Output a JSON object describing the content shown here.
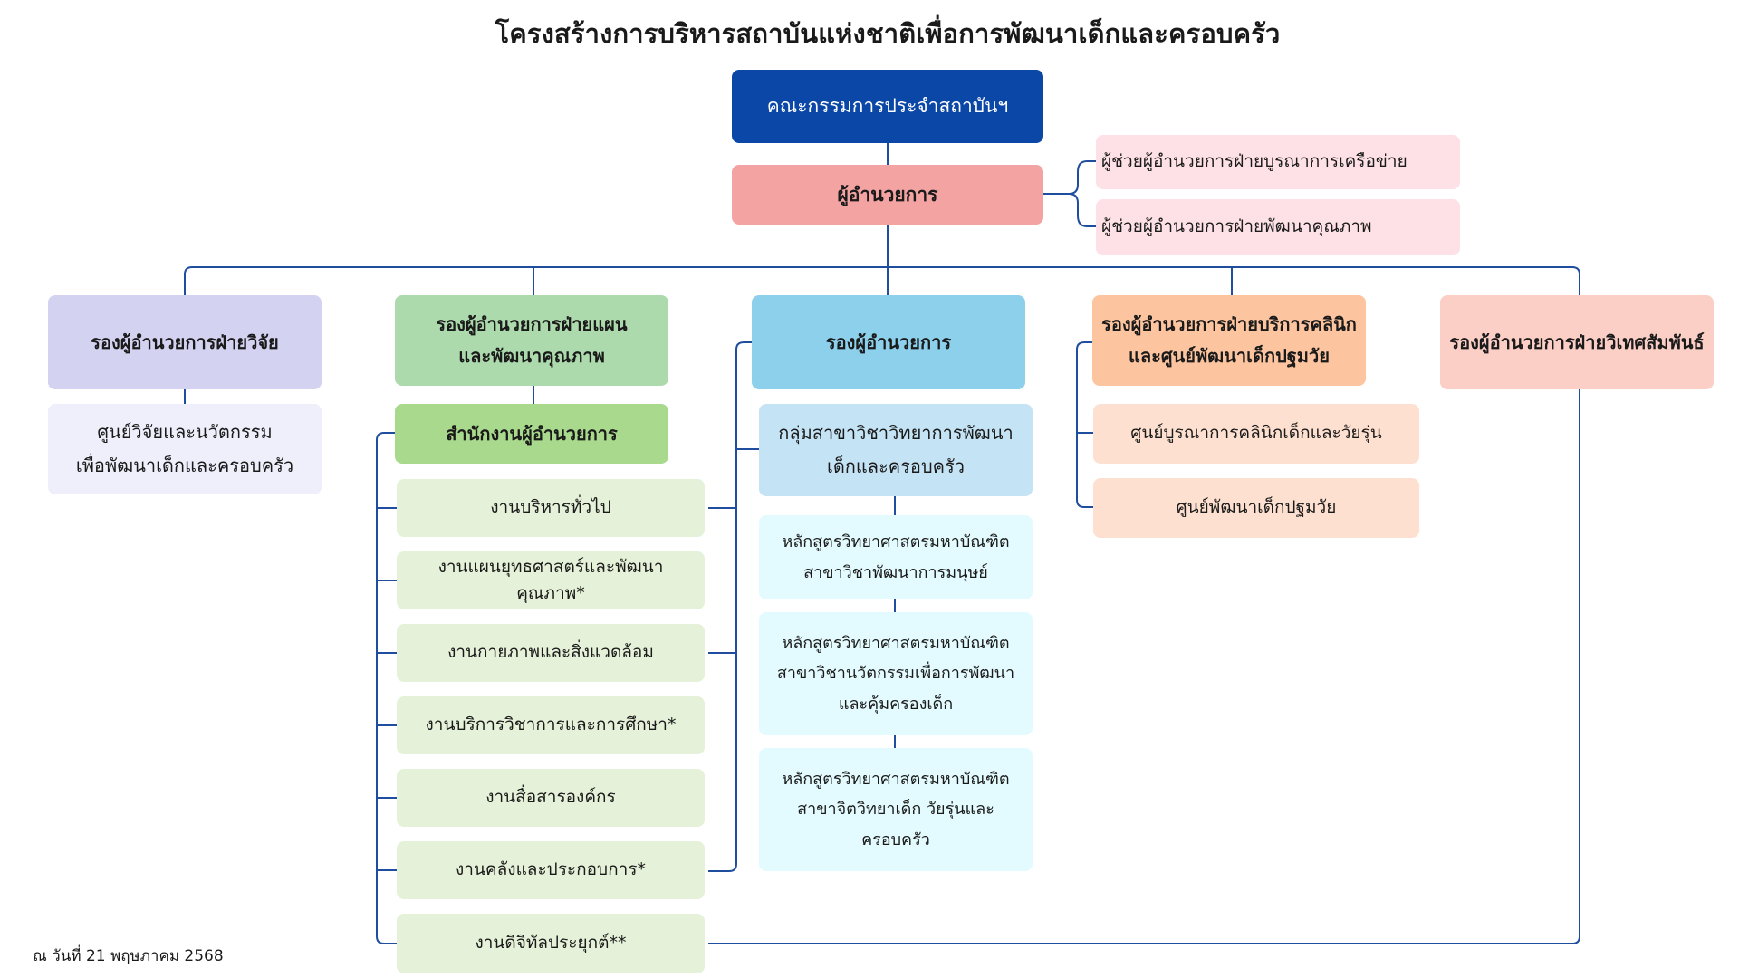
{
  "title": "โครงสร้างการบริหารสถาบันแห่งชาติเพื่อการพัฒนาเด็กและครอบครัว",
  "footer": "ณ วันที่ 21 พฤษภาคม 2568",
  "colors": {
    "connector": "#1f4e9e",
    "committee": "#0b47a6",
    "director": "#f4a3a3",
    "assistant": "#fde1e6",
    "research_head": "#d4d2f1",
    "research_unit": "#efeefb",
    "planning_head": "#acdaac",
    "planning_office": "#a8d98c",
    "planning_unit": "#e5f1d8",
    "deputy_head": "#8dd0ec",
    "deputy_group": "#c4e4f5",
    "deputy_program": "#e3fbfe",
    "clinic_head": "#fdc59f",
    "clinic_unit": "#fde0cf",
    "foreign_head": "#fbcfc6"
  },
  "committee": "คณะกรรมการประจำสถาบันฯ",
  "director": "ผู้อำนวยการ",
  "assistants": [
    "ผู้ช่วยผู้อำนวยการฝ่ายบูรณาการเครือข่าย",
    "ผู้ช่วยผู้อำนวยการฝ่ายพัฒนาคุณภาพ"
  ],
  "research": {
    "head": "รองผู้อำนวยการฝ่ายวิจัย",
    "unit": "ศูนย์วิจัยและนวัตกรรม\nเพื่อพัฒนาเด็กและครอบครัว"
  },
  "planning": {
    "head": "รองผู้อำนวยการฝ่ายแผน\nและพัฒนาคุณภาพ",
    "office": "สำนักงานผู้อำนวยการ",
    "units": [
      "งานบริหารทั่วไป",
      "งานแผนยุทธศาสตร์และพัฒนาคุณภาพ*",
      "งานกายภาพและสิ่งแวดล้อม",
      "งานบริการวิชาการและการศึกษา*",
      "งานสื่อสารองค์กร",
      "งานคลังและประกอบการ*",
      "งานดิจิทัลประยุกต์**"
    ]
  },
  "deputy": {
    "head": "รองผู้อำนวยการ",
    "group": "กลุ่มสาขาวิชาวิทยาการพัฒนา\nเด็กและครอบครัว",
    "programs": [
      "หลักสูตรวิทยาศาสตรมหาบัณฑิต\nสาขาวิชาพัฒนาการมนุษย์",
      "หลักสูตรวิทยาศาสตรมหาบัณฑิต\nสาขาวิชานวัตกรรมเพื่อการพัฒนา\nและคุ้มครองเด็ก",
      "หลักสูตรวิทยาศาสตรมหาบัณฑิต\nสาขาจิตวิทยาเด็ก วัยรุ่นและ\nครอบครัว"
    ]
  },
  "clinic": {
    "head": "รองผู้อำนวยการฝ่ายบริการคลินิก\nและศูนย์พัฒนาเด็กปฐมวัย",
    "units": [
      "ศูนย์บูรณาการคลินิกเด็กและวัยรุ่น",
      "ศูนย์พัฒนาเด็กปฐมวัย"
    ]
  },
  "foreign": {
    "head": "รองผู้อำนวยการฝ่ายวิเทศสัมพันธ์"
  }
}
